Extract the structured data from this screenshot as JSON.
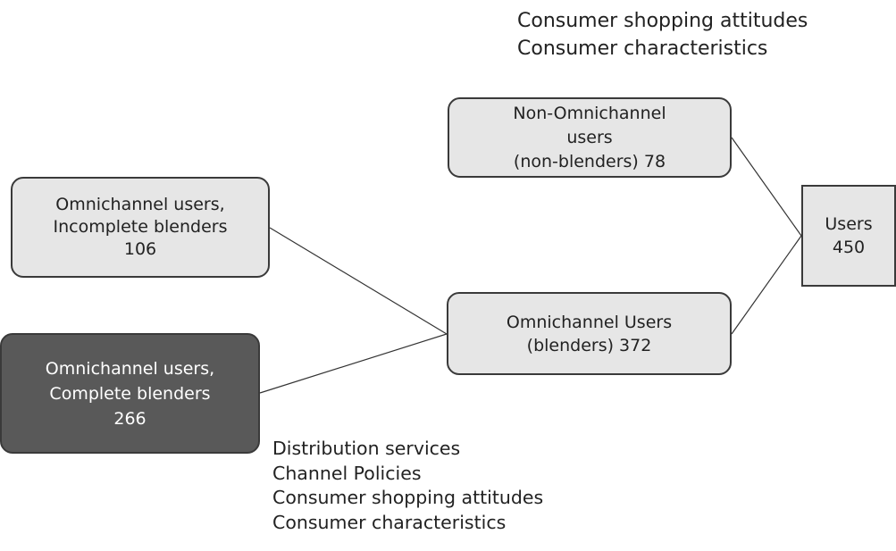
{
  "top_factors": [
    "Consumer shopping attitudes",
    "Consumer characteristics"
  ],
  "bottom_factors": [
    "Distribution services",
    "Channel Policies",
    "Consumer shopping attitudes",
    "Consumer characteristics"
  ],
  "nodes": {
    "users": {
      "lines": [
        "Users",
        "450"
      ],
      "value": 450
    },
    "non_omnichannel": {
      "lines": [
        "Non-Omnichannel",
        "users",
        "(non-blenders) 78"
      ],
      "value": 78
    },
    "omnichannel_blenders": {
      "lines": [
        "Omnichannel Users",
        "(blenders) 372"
      ],
      "value": 372
    },
    "incomplete_blenders": {
      "lines": [
        "Omnichannel users,",
        "Incomplete blenders",
        "106"
      ],
      "value": 106
    },
    "complete_blenders": {
      "lines": [
        "Omnichannel users,",
        "Complete blenders",
        "266"
      ],
      "value": 266
    }
  },
  "colors": {
    "node_fill": "#e6e6e6",
    "node_fill_highlight": "#595959",
    "node_border": "#3a3a3a",
    "connector": "#333333",
    "text": "#222222",
    "text_on_dark": "#ffffff"
  }
}
